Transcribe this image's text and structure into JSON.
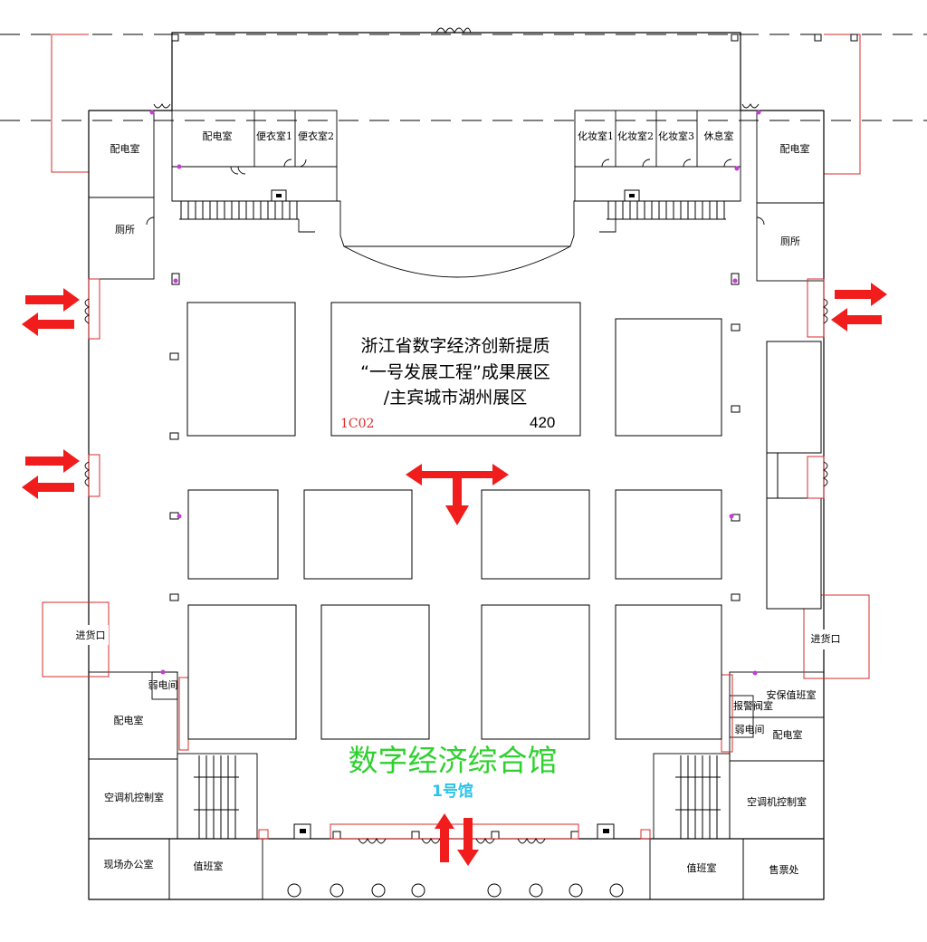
{
  "colors": {
    "arrow": "#f11c1c",
    "hall_title": "#2fd12f",
    "hall_sub": "#2cc3e8",
    "booth_code": "#d92b2b",
    "red_outline": "#d92b2b",
    "magenta_dot": "#c43bd6"
  },
  "exhibit": {
    "line1": "浙江省数字经济创新提质",
    "line2": "“一号发展工程”成果展区",
    "line3": "/主宾城市湖州展区",
    "code": "1C02",
    "area": "420"
  },
  "hall": {
    "title": "数字经济综合馆",
    "subtitle": "1号馆"
  },
  "rooms": {
    "top_left": [
      "配电室",
      "便衣室1",
      "便衣室2"
    ],
    "top_right": [
      "化妆室1",
      "化妆室2",
      "化妆室3",
      "休息室"
    ],
    "left": {
      "power_top": "配电室",
      "toilet": "厕所",
      "loading": "进货口",
      "weak_current": "弱电间",
      "power_bottom": "配电室",
      "ac_control": "空调机控制室",
      "site_office": "现场办公室",
      "duty": "值班室"
    },
    "right": {
      "power_top": "配电室",
      "toilet": "厕所",
      "loading": "进货口",
      "security_duty": "安保值班室",
      "alarm_valve": "报警阀室",
      "weak_current": "弱电间",
      "power_bottom": "配电室",
      "ac_control": "空调机控制室",
      "duty": "值班室",
      "ticket": "售票处"
    }
  },
  "icons": [
    "double-arrow-icon",
    "t-arrow-icon",
    "up-down-arrow-icon",
    "door-icon",
    "column-icon"
  ]
}
